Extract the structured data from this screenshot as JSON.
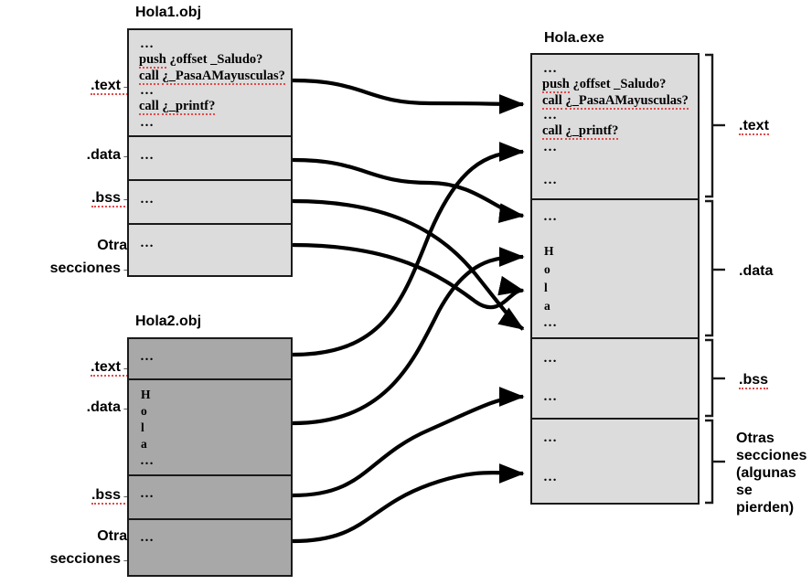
{
  "diagram": {
    "title_hola1": "Hola1.obj",
    "title_hola2": "Hola2.obj",
    "title_holaexe": "Hola.exe",
    "ellipsis": "…",
    "code": {
      "line1": "push ¿offset _Saludo?",
      "line2": "call ¿_PasaAMayusculas?",
      "line3": "call  ¿_printf?",
      "push_kw": "push",
      "call_kw": "call",
      "push_arg": "¿offset _Saludo?",
      "call_arg1": "¿_PasaAMayusculas?",
      "call_arg2": "¿_printf?"
    },
    "string_chars": [
      "H",
      "o",
      "l",
      "a"
    ],
    "left_labels": {
      "text": ".text→",
      "data": ".data→",
      "bss": ".bss→",
      "otras_l1": "Otras",
      "otras_l2": "secciones→"
    },
    "right_labels": {
      "text": ".text",
      "data": ".data",
      "bss": ".bss",
      "otras_l1": "Otras",
      "otras_l2": "secciones",
      "otras_l3": "(algunas",
      "otras_l4": " se",
      "otras_l5": "pierden)"
    },
    "colors": {
      "obj_light": "#dcdcdc",
      "obj_dark": "#a8a8a8",
      "stroke": "#1a1a1a",
      "spellcheck_underline": "#e04a4a",
      "background": "#ffffff"
    },
    "sections": [
      "text",
      "data",
      "bss",
      "otras secciones"
    ]
  }
}
